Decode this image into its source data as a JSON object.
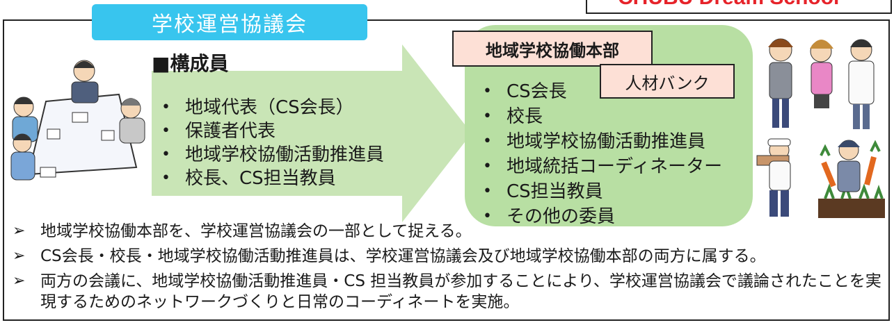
{
  "header": {
    "title": "学校運営協議会"
  },
  "logo": {
    "text": "CHUBU Dream School"
  },
  "council": {
    "members_title": "■構成員",
    "members": [
      "地域代表（CS会長）",
      "保護者代表",
      "地域学校協働活動推進員",
      "校長、CS担当教員"
    ]
  },
  "honbu": {
    "title": "地域学校協働本部",
    "sub_label": "人材バンク",
    "members": [
      "CS会長",
      "校長",
      "地域学校協働活動推進員",
      "地域統括コーディネーター",
      "CS担当教員",
      "その他の委員"
    ]
  },
  "notes": [
    "地域学校協働本部を、学校運営協議会の一部として捉える。",
    "CS会長・校長・地域学校協働活動推進員は、学校運営協議会及び地域学校協働本部の両方に属する。",
    "両方の会議に、地域学校協働活動推進員・CS 担当教員が参加することにより、学校運営協議会で議論されたことを実現するためのネットワークづくりと日常のコーディネートを実施。"
  ],
  "colors": {
    "header_bg": "#38c5ee",
    "arrow": "#c9e5b6",
    "panel": "#b8dfa3",
    "label_bg": "#fde0d6",
    "logo": "#e6232a"
  }
}
